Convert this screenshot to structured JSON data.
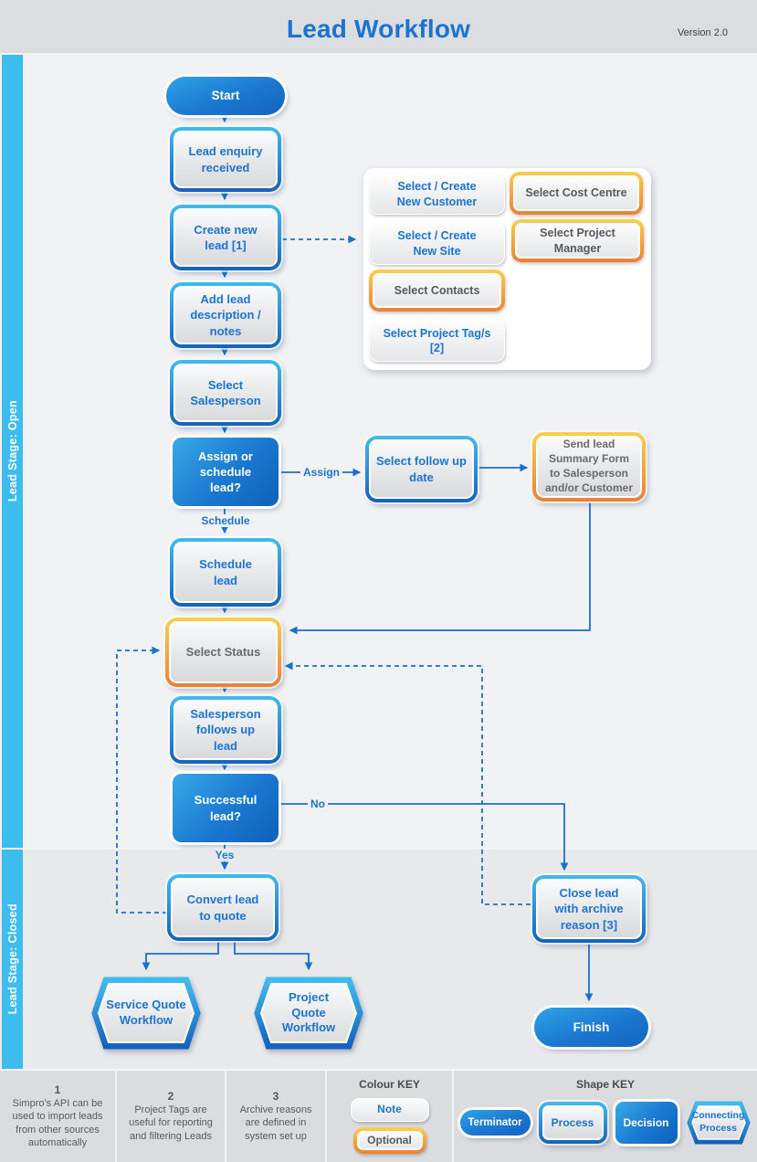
{
  "header": {
    "title": "Lead Workflow",
    "version": "Version 2.0"
  },
  "stages": {
    "open": "Lead Stage: Open",
    "closed": "Lead Stage: Closed"
  },
  "nodes": {
    "start": "Start",
    "lead_enquiry": "Lead enquiry\nreceived",
    "create_lead": "Create new\nlead [1]",
    "add_description": "Add lead\ndescription /\nnotes",
    "select_salesperson": "Select\nSalesperson",
    "assign_or_schedule": "Assign or\nschedule\nlead?",
    "select_follow_up": "Select follow up\ndate",
    "send_summary": "Send lead\nSummary Form\nto Salesperson\nand/or Customer",
    "schedule_lead": "Schedule\nlead",
    "select_status": "Select Status",
    "salesperson_follows_up": "Salesperson\nfollows up\nlead",
    "successful_lead": "Successful\nlead?",
    "convert_lead": "Convert lead\nto quote",
    "service_quote_workflow": "Service Quote\nWorkflow",
    "project_quote_workflow": "Project\nQuote\nWorkflow",
    "close_lead": "Close lead\nwith archive\nreason [3]",
    "finish": "Finish"
  },
  "panel": {
    "new_customer": "Select / Create\nNew Customer",
    "cost_centre": "Select Cost Centre",
    "new_site": "Select / Create\nNew Site",
    "project_manager": "Select Project\nManager",
    "contacts": "Select Contacts",
    "project_tags": "Select Project Tag/s\n[2]"
  },
  "edge_labels": {
    "assign": "Assign",
    "schedule": "Schedule",
    "yes": "Yes",
    "no": "No"
  },
  "footnotes": [
    {
      "num": "1",
      "text": "Simpro's API can be used to import leads from other sources automatically"
    },
    {
      "num": "2",
      "text": "Project Tags are useful for reporting and filtering Leads"
    },
    {
      "num": "3",
      "text": "Archive reasons are defined in system set up"
    }
  ],
  "legend": {
    "colour_key_title": "Colour KEY",
    "note_label": "Note",
    "optional_label": "Optional",
    "shape_key_title": "Shape KEY",
    "shapes": {
      "terminator": "Terminator",
      "process": "Process",
      "decision": "Decision",
      "connecting": "Connecting\nProcess"
    }
  },
  "colors": {
    "accent_blue": "#1b74d4",
    "sidebar_blue": "#3cbdee",
    "optional_yellow": "#f9cf4c",
    "optional_orange": "#ee7f33",
    "header_gray": "#dcdde0",
    "open_bg": "#f1f2f4",
    "closed_bg": "#e8e9eb",
    "gray_text": "#58595b"
  }
}
